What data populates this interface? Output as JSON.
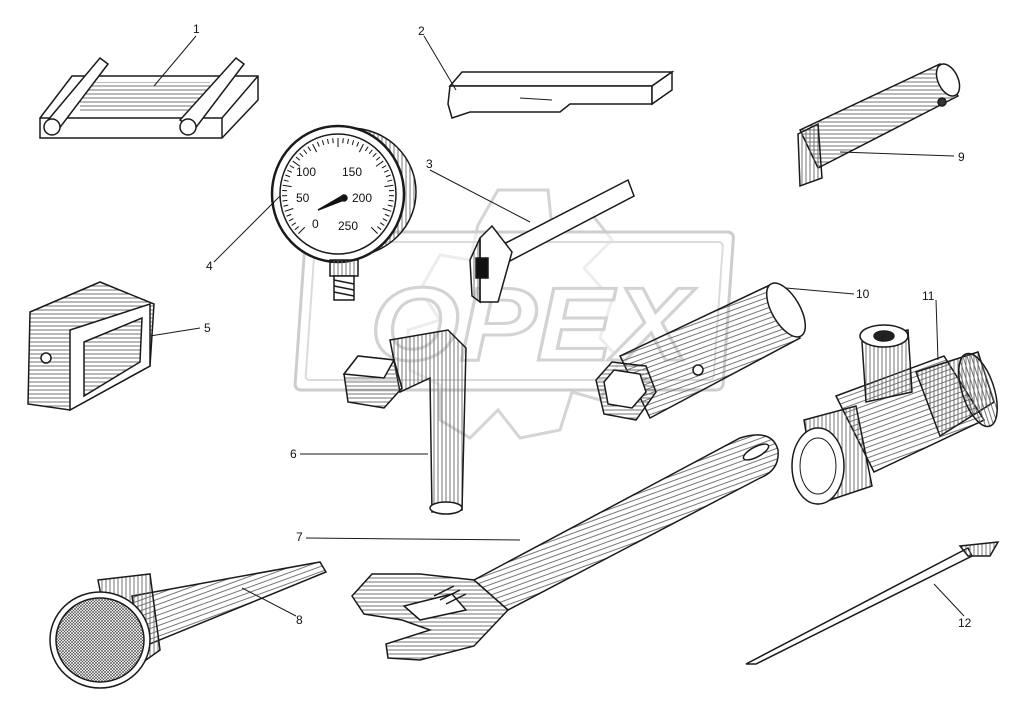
{
  "watermark": {
    "text": "OPEX"
  },
  "gauge": {
    "ticks": [
      "0",
      "50",
      "100",
      "150",
      "200",
      "250"
    ]
  },
  "callouts": [
    "1",
    "2",
    "3",
    "4",
    "5",
    "6",
    "7",
    "8",
    "9",
    "10",
    "11",
    "12"
  ],
  "colors": {
    "ink": "#1a1a1a",
    "watermark": "#cccccc",
    "hatch": "#555555"
  }
}
